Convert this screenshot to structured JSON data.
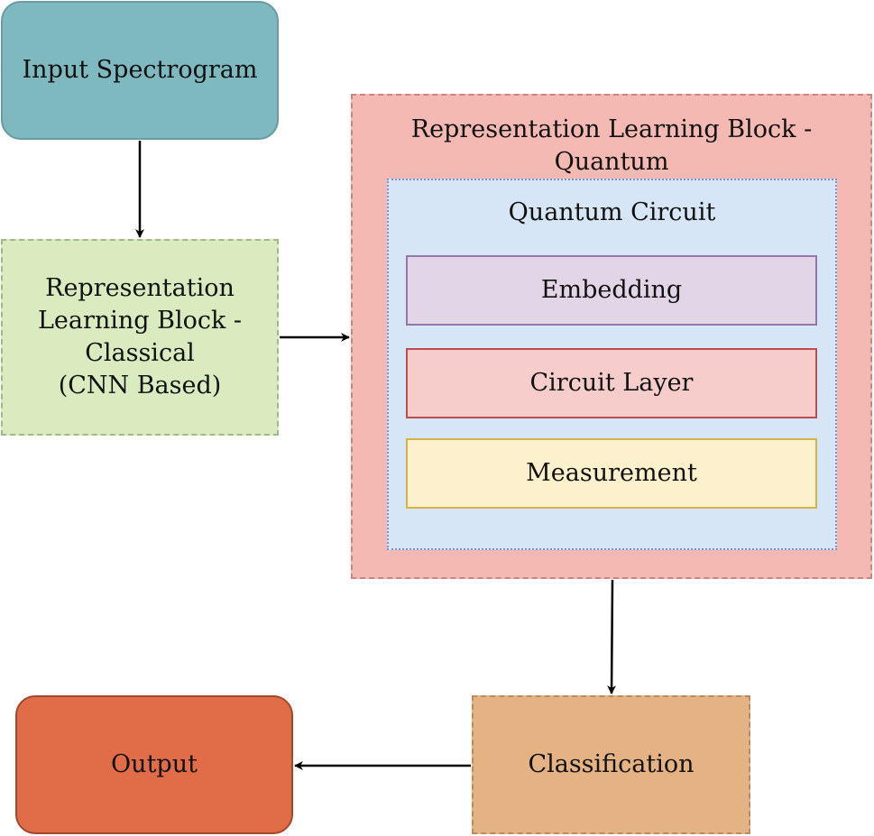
{
  "colors": {
    "input": "#7fb9c0",
    "classical": "#d9ebbf",
    "quantum_block": "#f4b9b2",
    "circuit": "#d6e6f6",
    "embedding": "#e2d5e7",
    "circuit_layer": "#f6cdcb",
    "measurement": "#fdf0cc",
    "classification": "#e5b283",
    "output": "#e06c48",
    "arrow": "#000000"
  },
  "nodes": {
    "input": "Input Spectrogram",
    "classical": "Representation\nLearning Block -\nClassical\n(CNN Based)",
    "quantum_block": "Representation Learning Block - Quantum",
    "circuit": "Quantum Circuit",
    "embedding": "Embedding",
    "circuit_layer": "Circuit Layer",
    "measurement": "Measurement",
    "classification": "Classification",
    "output": "Output"
  }
}
